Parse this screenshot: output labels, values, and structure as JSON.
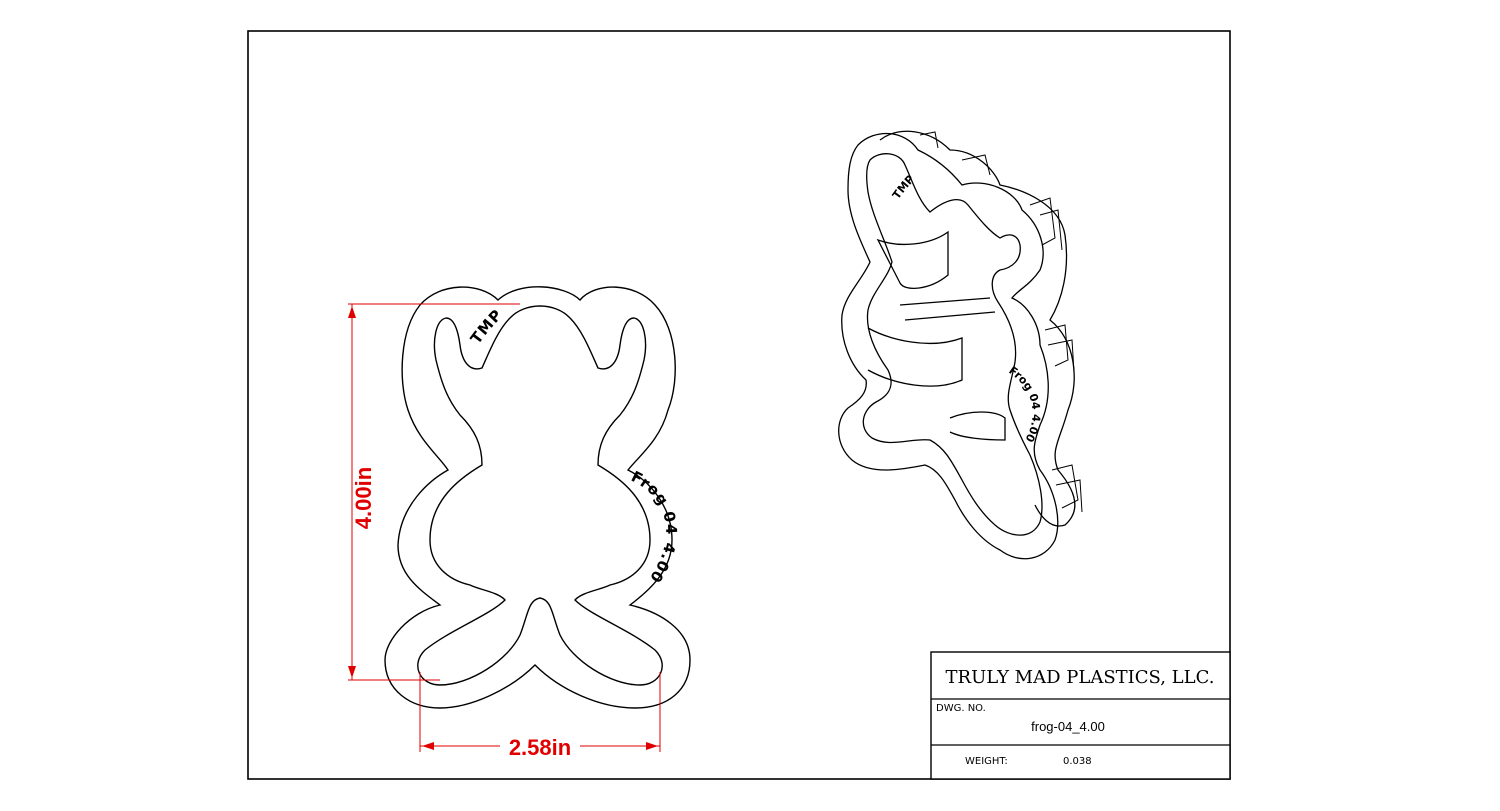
{
  "drawing": {
    "engraving_top": "TMP",
    "engraving_side": "Frog 04 4.00",
    "dim_height": "4.00in",
    "dim_width": "2.58in",
    "dim_color": "#e00000",
    "line_color": "#000000"
  },
  "title_block": {
    "company": "TRULY MAD PLASTICS, LLC.",
    "dwg_no_label": "DWG. NO.",
    "dwg_no_value": "frog-04_4.00",
    "weight_label": "WEIGHT:",
    "weight_value": "0.038"
  }
}
